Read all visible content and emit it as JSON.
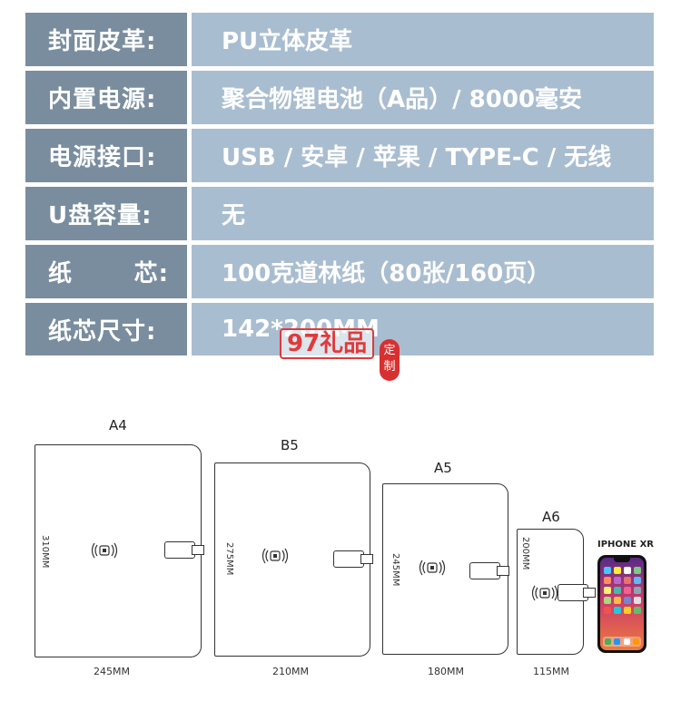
{
  "specs": [
    {
      "label": "封面皮革:",
      "value": "PU立体皮革"
    },
    {
      "label": "内置电源:",
      "value": "聚合物锂电池（A品）/ 8000毫安"
    },
    {
      "label": "电源接口:",
      "value": "USB / 安卓 / 苹果 / TYPE-C / 无线"
    },
    {
      "label": "U盘容量:",
      "value": "无"
    },
    {
      "label_a": "纸",
      "label_b": "芯:",
      "value": "100克道林纸（80张/160页）"
    },
    {
      "label": "纸芯尺寸:",
      "value": "142*200MM"
    }
  ],
  "watermark": {
    "text": "97礼品",
    "seal": "定制"
  },
  "notebooks": [
    {
      "name": "A4",
      "height": "310MM",
      "width": "245MM"
    },
    {
      "name": "B5",
      "height": "275MM",
      "width": "210MM"
    },
    {
      "name": "A5",
      "height": "245MM",
      "width": "180MM"
    },
    {
      "name": "A6",
      "height": "200MM",
      "width": "115MM"
    }
  ],
  "phone": {
    "label": "IPHONE XR"
  },
  "colors": {
    "label_bg": "#798d9f",
    "value_bg": "#a9bdd0",
    "watermark": "#e03a3a"
  }
}
